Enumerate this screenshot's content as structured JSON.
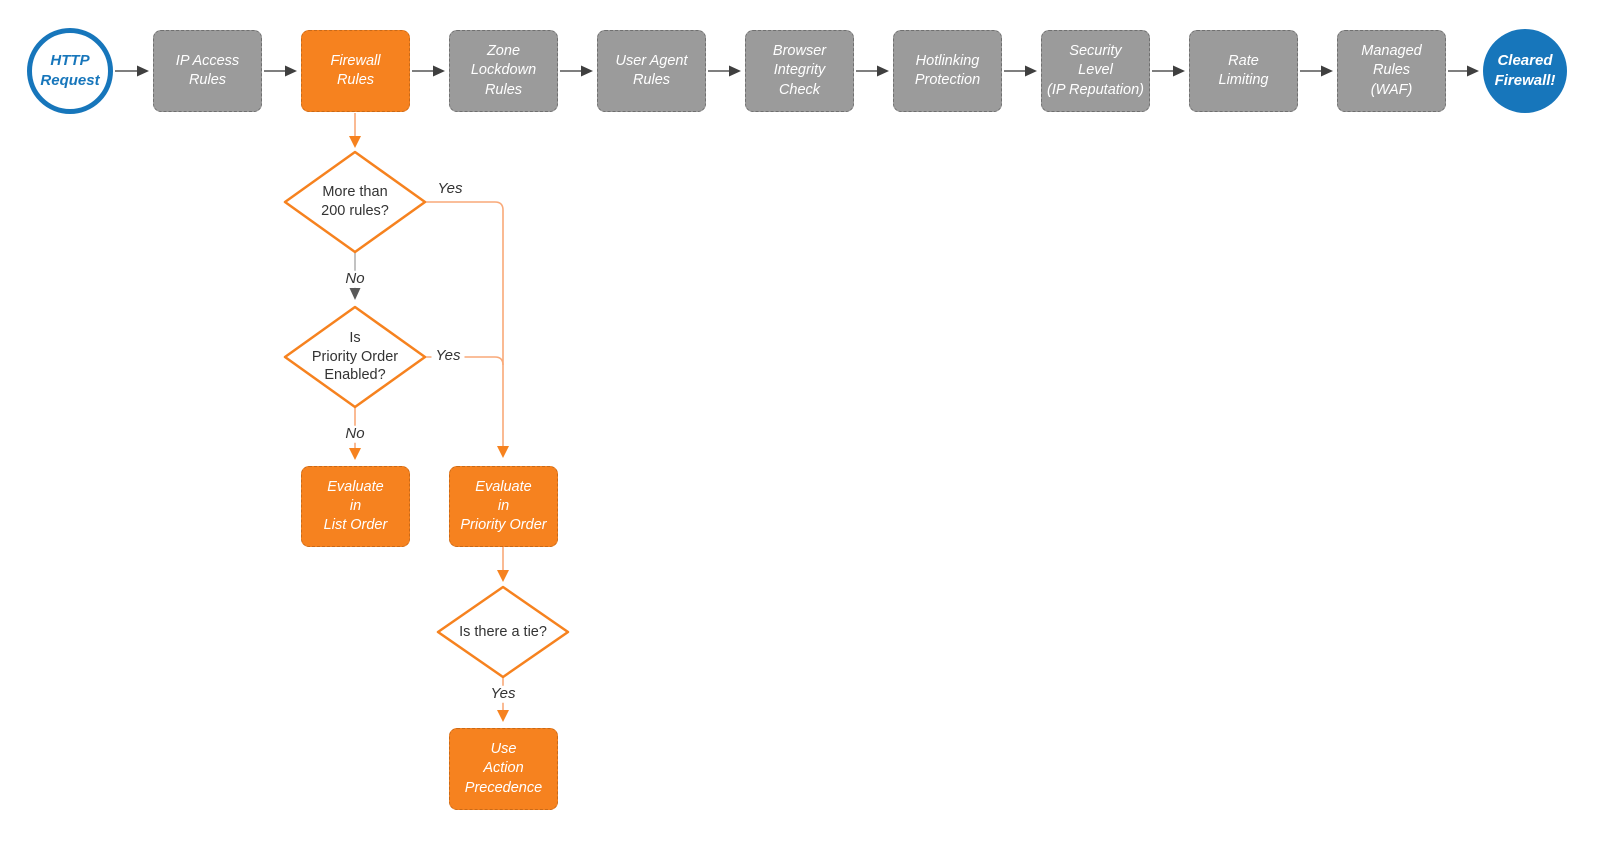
{
  "colors": {
    "accent_orange": "#F6821F",
    "orange_line": "#F9A978",
    "accent_blue": "#1776BB",
    "box_gray": "#9B9B9B",
    "arrow_gray": "#555555",
    "arrowhead_gray": "#3F3F3F",
    "no_line_gray": "#B3B3B3",
    "text_dark": "#333333"
  },
  "start": {
    "label": "HTTP\nRequest"
  },
  "end": {
    "label": "Cleared\nFirewall!"
  },
  "pipeline": [
    {
      "label": "IP Access\nRules"
    },
    {
      "label": "Firewall\nRules"
    },
    {
      "label": "Zone\nLockdown\nRules"
    },
    {
      "label": "User Agent\nRules"
    },
    {
      "label": "Browser\nIntegrity\nCheck"
    },
    {
      "label": "Hotlinking\nProtection"
    },
    {
      "label": "Security\nLevel\n(IP Reputation)"
    },
    {
      "label": "Rate\nLimiting"
    },
    {
      "label": "Managed\nRules\n(WAF)"
    }
  ],
  "decisions": [
    {
      "label": "More than\n200 rules?"
    },
    {
      "label": "Is\nPriority Order\nEnabled?"
    },
    {
      "label": "Is there a tie?"
    }
  ],
  "actions": [
    {
      "label": "Evaluate\nin\nList Order"
    },
    {
      "label": "Evaluate\nin\nPriority Order"
    },
    {
      "label": "Use\nAction\nPrecedence"
    }
  ],
  "edge_labels": {
    "yes1": "Yes",
    "no1": "No",
    "yes2": "Yes",
    "no2": "No",
    "yes3": "Yes"
  }
}
